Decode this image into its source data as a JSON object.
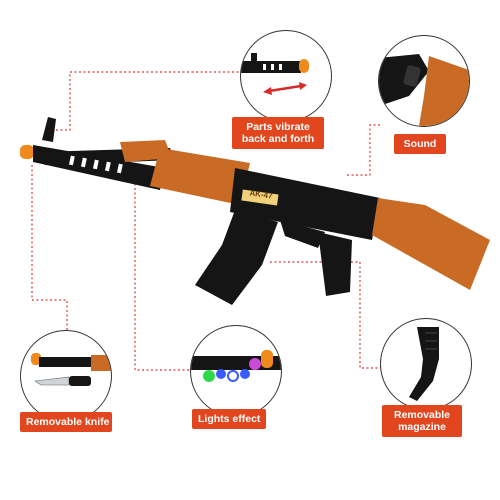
{
  "features": {
    "vibrate": {
      "label_line1": "Parts vibrate",
      "label_line2": "back and forth"
    },
    "sound": {
      "label": "Sound"
    },
    "knife": {
      "label": "Removable knife"
    },
    "lights": {
      "label": "Lights effect"
    },
    "magazine": {
      "label_line1": "Removable",
      "label_line2": "magazine"
    }
  },
  "product": {
    "badge_text": "AK-47"
  },
  "colors": {
    "accent": "#e2461f",
    "wood": "#c96a25",
    "body": "#151515",
    "tip": "#f08a1c",
    "leader": "#d63a3a"
  }
}
